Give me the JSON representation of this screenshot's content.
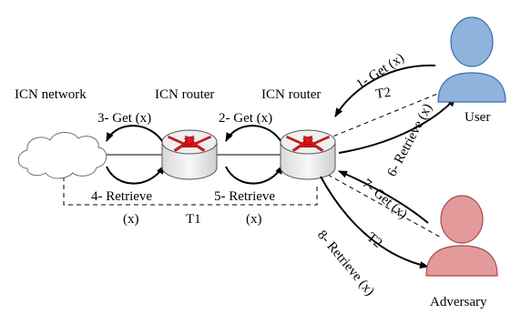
{
  "nodes": {
    "cloud": "ICN network",
    "router_left": "ICN router",
    "router_right": "ICN router",
    "user": "User",
    "adversary": "Adversary"
  },
  "edges": {
    "get_user": "1- Get (x)",
    "get_r2_r1": "2- Get (x)",
    "get_r1_net": "3- Get (x)",
    "retrieve_net_r1": "4- Retrieve",
    "retrieve_net_r1_x": "(x)",
    "retrieve_r1_r2": "5- Retrieve",
    "retrieve_r1_r2_x": "(x)",
    "retrieve_user": "6- Retrieve (x)",
    "get_adversary": "7- Get (x)",
    "retrieve_adversary": "8- Retrieve (x)"
  },
  "timers": {
    "t1": "T1",
    "t2_user": "T2",
    "t2_adversary": "T2"
  },
  "colors": {
    "router_body": "#f2f2f2",
    "router_arrow": "#e3141b",
    "user_fill": "#8fb3dc",
    "user_stroke": "#3b6ea8",
    "adversary_fill": "#e39a9a",
    "adversary_stroke": "#a64b4b",
    "line": "#000000"
  }
}
